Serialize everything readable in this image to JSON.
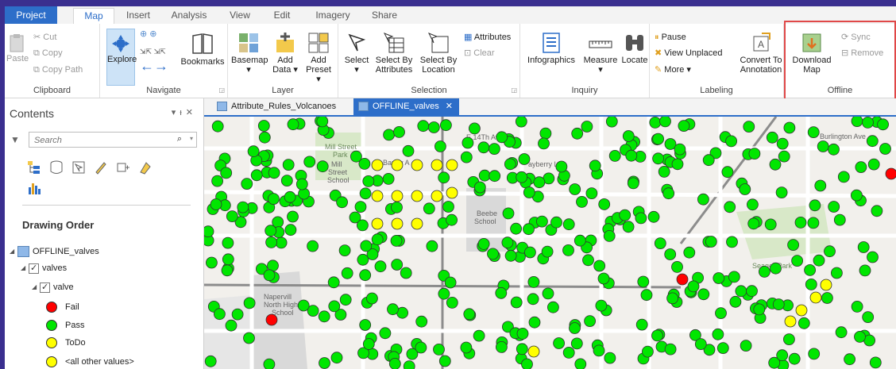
{
  "tabs": [
    {
      "label": "Project"
    },
    {
      "label": "Map"
    },
    {
      "label": "Insert"
    },
    {
      "label": "Analysis"
    },
    {
      "label": "View"
    },
    {
      "label": "Edit"
    },
    {
      "label": "Imagery"
    },
    {
      "label": "Share"
    }
  ],
  "ribbon": {
    "clipboard": {
      "label": "Clipboard",
      "paste": "Paste",
      "cut": "Cut",
      "copy": "Copy",
      "copy_path": "Copy Path"
    },
    "navigate": {
      "label": "Navigate",
      "explore": "Explore",
      "bookmarks": "Bookmarks"
    },
    "layer": {
      "label": "Layer",
      "basemap": "Basemap",
      "add_data_1": "Add",
      "add_data_2": "Data",
      "add_preset_1": "Add",
      "add_preset_2": "Preset"
    },
    "selection": {
      "label": "Selection",
      "select": "Select",
      "by_attr_1": "Select By",
      "by_attr_2": "Attributes",
      "by_loc_1": "Select By",
      "by_loc_2": "Location",
      "attributes": "Attributes",
      "clear": "Clear"
    },
    "inquiry": {
      "label": "Inquiry",
      "infographics": "Infographics",
      "measure": "Measure",
      "locate": "Locate"
    },
    "labeling": {
      "label": "Labeling",
      "pause": "Pause",
      "view_unplaced": "View Unplaced",
      "more": "More",
      "convert_1": "Convert To",
      "convert_2": "Annotation"
    },
    "offline": {
      "label": "Offline",
      "download_1": "Download",
      "download_2": "Map",
      "sync": "Sync",
      "remove": "Remove"
    }
  },
  "contents": {
    "title": "Contents",
    "search_placeholder": "Search",
    "drawing_order": "Drawing Order",
    "map_name": "OFFLINE_valves",
    "layer": "valves",
    "field": "valve",
    "legend": [
      {
        "label": "Fail",
        "color": "#ff0000"
      },
      {
        "label": "Pass",
        "color": "#00e600"
      },
      {
        "label": "ToDo",
        "color": "#ffff00"
      },
      {
        "label": "<all other values>",
        "color": "#ffff00"
      }
    ]
  },
  "map_tabs": [
    {
      "label": "Attribute_Rules_Volcanoes",
      "active": false
    },
    {
      "label": "OFFLINE_valves",
      "active": true
    }
  ],
  "map_labels": {
    "e14th": "E 14Th Ave",
    "burlington": "Burlington Ave",
    "mill_street_1": "Mill Street",
    "mill_street_2": "Park",
    "mill_school_1": "Mill",
    "mill_school_2": "Street",
    "mill_school_3": "School",
    "beebe_1": "Beebe",
    "beebe_2": "School",
    "naper_1": "Napervill",
    "naper_2": "North High",
    "naper_3": "School",
    "seager": "Seager Park",
    "barley": "Barley A",
    "bayberry": "ayberry Ln"
  }
}
